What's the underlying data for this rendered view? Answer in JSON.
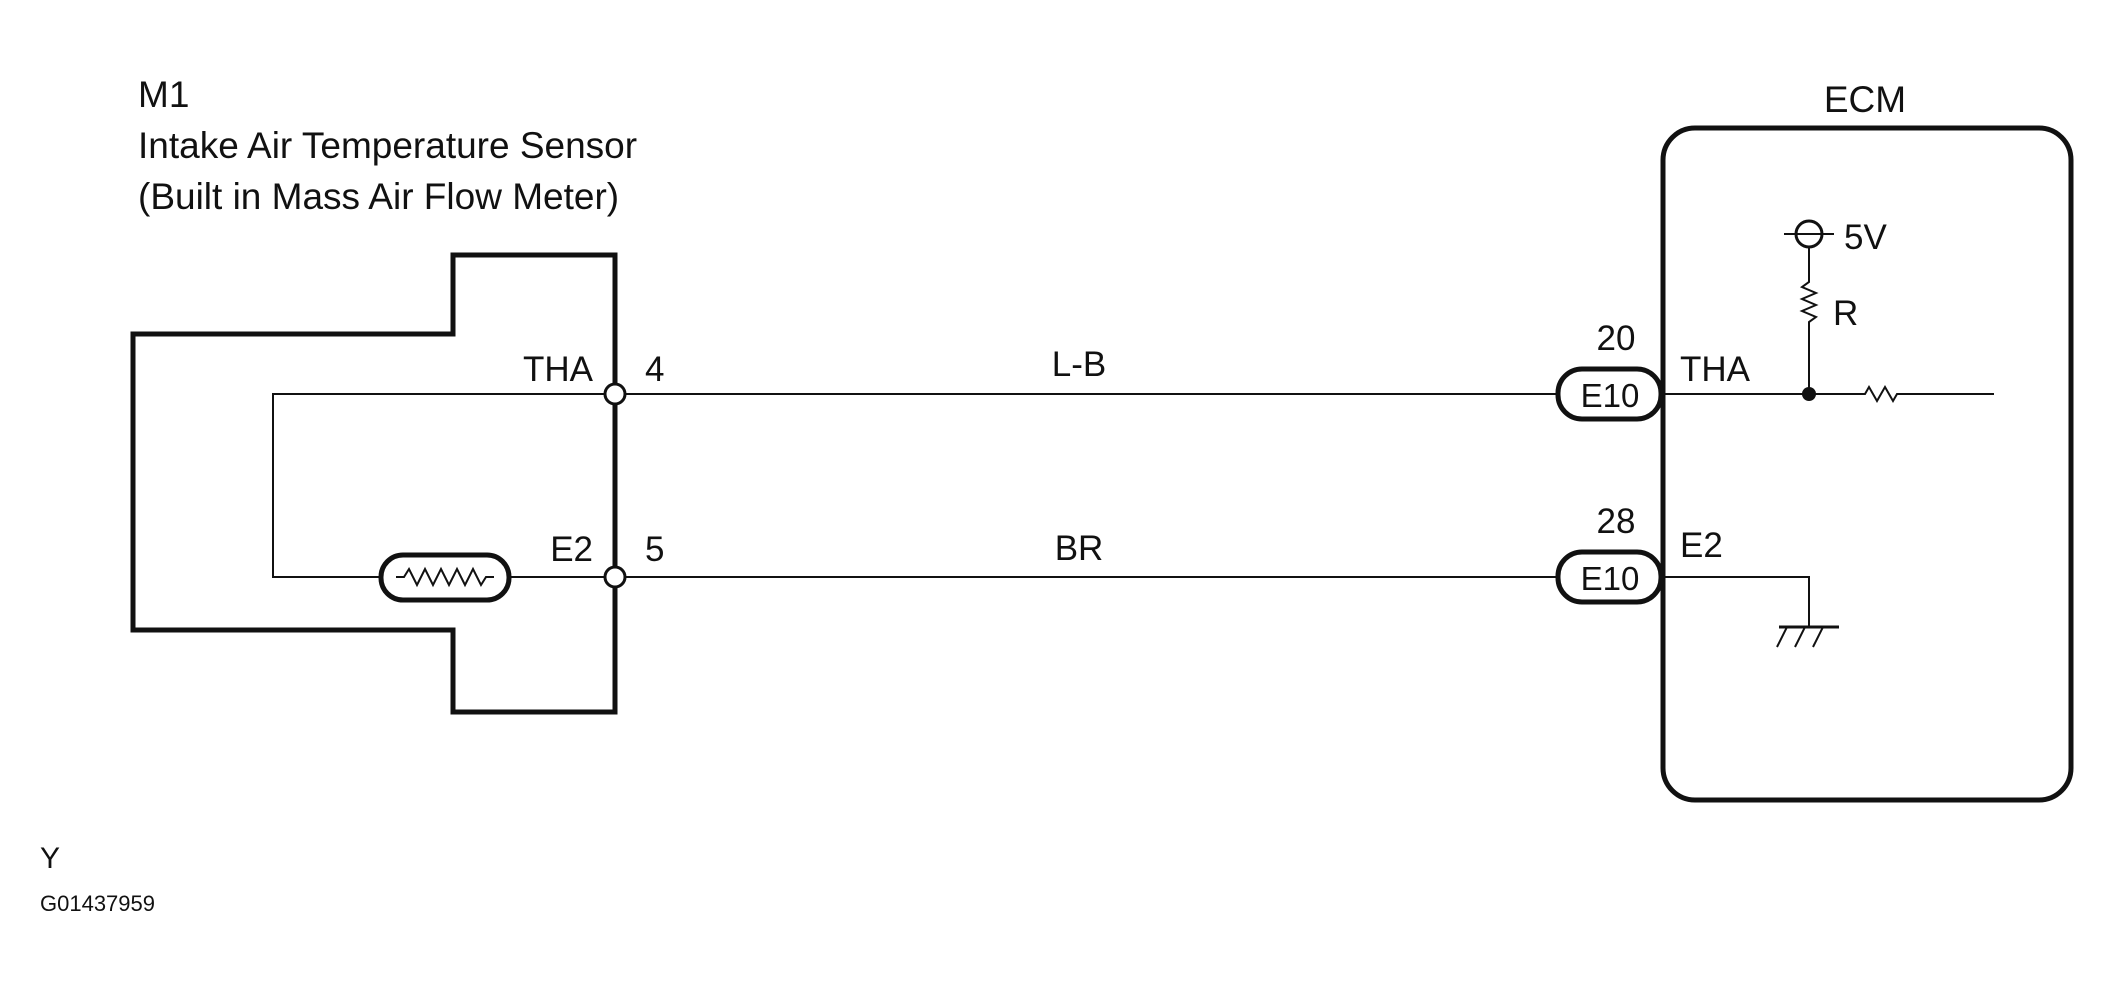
{
  "sensor": {
    "id": "M1",
    "name": "Intake Air Temperature Sensor",
    "note": "(Built in Mass Air Flow Meter)",
    "pins": {
      "tha": {
        "label": "THA",
        "number": "4"
      },
      "e2": {
        "label": "E2",
        "number": "5"
      }
    }
  },
  "wires": {
    "tha": "L-B",
    "e2": "BR"
  },
  "ecm": {
    "title": "ECM",
    "supply": "5V",
    "resistor": "R",
    "pins": {
      "tha": {
        "number": "20",
        "connector": "E10",
        "label": "THA"
      },
      "e2": {
        "number": "28",
        "connector": "E10",
        "label": "E2"
      }
    }
  },
  "footer": {
    "letter": "Y",
    "code": "G01437959"
  },
  "colors": {
    "line": "#111111",
    "background": "#ffffff"
  }
}
